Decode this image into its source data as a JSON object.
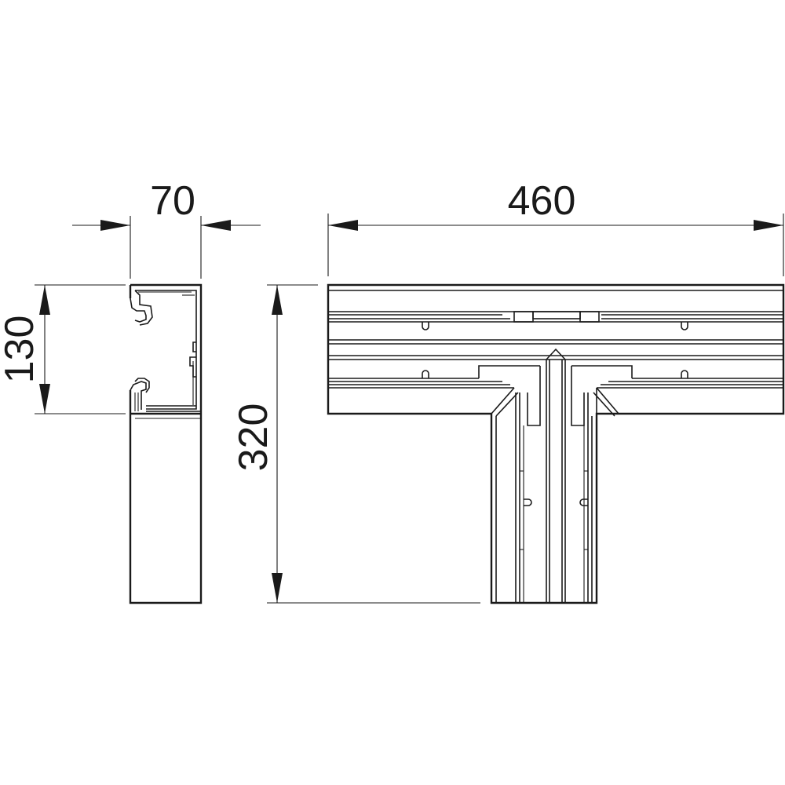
{
  "drawing": {
    "dimensions": {
      "side_width": "70",
      "side_height": "130",
      "top_width": "460",
      "top_height": "320"
    },
    "line_color": "#1a1a1a",
    "background_color": "#ffffff"
  }
}
